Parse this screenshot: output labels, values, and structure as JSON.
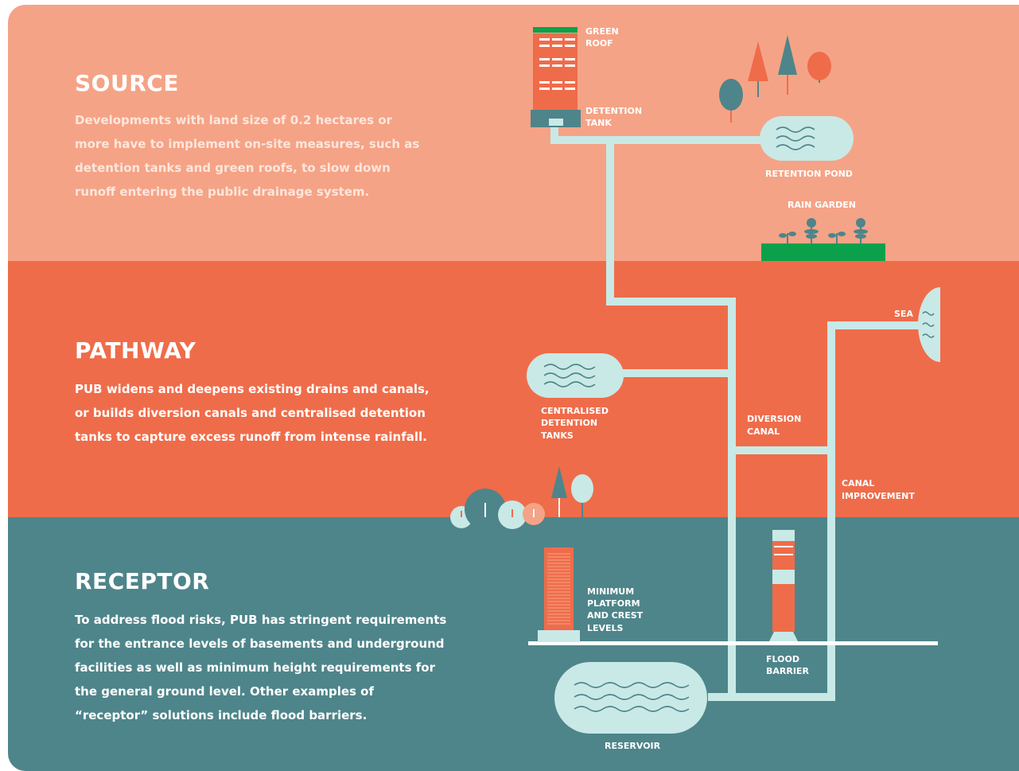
{
  "sections": {
    "source": {
      "title": "SOURCE",
      "body": "Developments with land size of 0.2 hectares or more have to implement on-site measures, such as detention tanks and green roofs, to slow down runoff entering the public drainage system."
    },
    "pathway": {
      "title": "PATHWAY",
      "body": "PUB widens and deepens existing drains and canals, or builds diversion canals and centralised detention tanks to capture excess runoff from intense rainfall."
    },
    "receptor": {
      "title": "RECEPTOR",
      "body": "To address flood risks, PUB has stringent requirements for the entrance levels of basements and underground facilities as well as minimum height requirements for the general ground level. Other examples of “receptor” solutions include flood barriers."
    }
  },
  "labels": {
    "green_roof": [
      "GREEN",
      "ROOF"
    ],
    "detention_tank": [
      "DETENTION",
      "TANK"
    ],
    "retention_pond": "RETENTION POND",
    "rain_garden": "RAIN GARDEN",
    "sea": "SEA",
    "centralised_detention_tanks": [
      "CENTRALISED",
      "DETENTION",
      "TANKS"
    ],
    "diversion_canal": [
      "DIVERSION",
      "CANAL"
    ],
    "canal_improvement": [
      "CANAL",
      "IMPROVEMENT"
    ],
    "minimum_platform": [
      "MINIMUM",
      "PLATFORM",
      "AND CREST",
      "LEVELS"
    ],
    "flood_barrier": [
      "FLOOD",
      "BARRIER"
    ],
    "reservoir": "RESERVOIR"
  },
  "colors": {
    "source_band": "#F5A386",
    "pathway_band": "#EF6C4A",
    "receptor_band": "#4E858A",
    "pipe": "#C9E9E6",
    "building": "#EF6C4A",
    "teal": "#4E858A",
    "green": "#0BA14B"
  }
}
